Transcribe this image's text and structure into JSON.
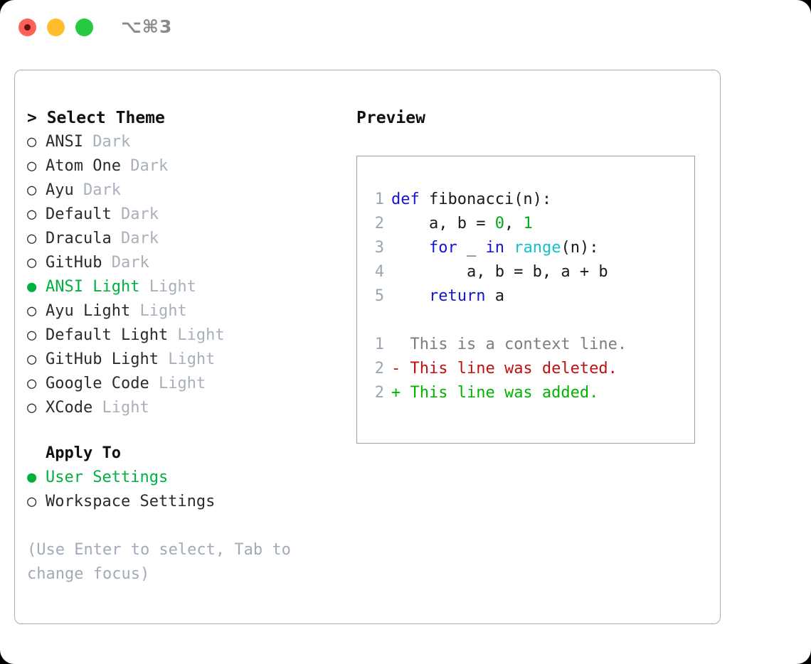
{
  "titlebar": {
    "shortcut": "⌥⌘3",
    "buttons": [
      {
        "name": "close",
        "color": "#ff6159"
      },
      {
        "name": "minimize",
        "color": "#ffbd2e"
      },
      {
        "name": "maximize",
        "color": "#26c940"
      }
    ]
  },
  "theme_picker": {
    "heading": "> Select Theme",
    "items": [
      {
        "marker": "○",
        "label": "ANSI",
        "badge": "Dark",
        "selected": false
      },
      {
        "marker": "○",
        "label": "Atom One",
        "badge": "Dark",
        "selected": false
      },
      {
        "marker": "○",
        "label": "Ayu",
        "badge": "Dark",
        "selected": false
      },
      {
        "marker": "○",
        "label": "Default",
        "badge": "Dark",
        "selected": false
      },
      {
        "marker": "○",
        "label": "Dracula",
        "badge": "Dark",
        "selected": false
      },
      {
        "marker": "○",
        "label": "GitHub",
        "badge": "Dark",
        "selected": false
      },
      {
        "marker": "●",
        "label": "ANSI Light",
        "badge": "Light",
        "selected": true
      },
      {
        "marker": "○",
        "label": "Ayu Light",
        "badge": "Light",
        "selected": false
      },
      {
        "marker": "○",
        "label": "Default Light",
        "badge": "Light",
        "selected": false
      },
      {
        "marker": "○",
        "label": "GitHub Light",
        "badge": "Light",
        "selected": false
      },
      {
        "marker": "○",
        "label": "Google Code",
        "badge": "Light",
        "selected": false
      },
      {
        "marker": "○",
        "label": "XCode",
        "badge": "Light",
        "selected": false
      }
    ]
  },
  "apply_to": {
    "heading": "Apply To",
    "items": [
      {
        "marker": "●",
        "label": "User Settings",
        "selected": true
      },
      {
        "marker": "○",
        "label": "Workspace Settings",
        "selected": false
      }
    ]
  },
  "hint": "(Use Enter to select, Tab to change focus)",
  "preview": {
    "title": "Preview",
    "code": [
      {
        "ln": "1",
        "tokens": [
          {
            "t": "def ",
            "c": "kw"
          },
          {
            "t": "fibonacci(n):",
            "c": "fn"
          }
        ]
      },
      {
        "ln": "2",
        "tokens": [
          {
            "t": "    a, b = ",
            "c": "plain"
          },
          {
            "t": "0",
            "c": "num"
          },
          {
            "t": ", ",
            "c": "plain"
          },
          {
            "t": "1",
            "c": "num"
          }
        ]
      },
      {
        "ln": "3",
        "tokens": [
          {
            "t": "    ",
            "c": "plain"
          },
          {
            "t": "for",
            "c": "kw"
          },
          {
            "t": " _ ",
            "c": "plain"
          },
          {
            "t": "in",
            "c": "kw"
          },
          {
            "t": " ",
            "c": "plain"
          },
          {
            "t": "range",
            "c": "builtin"
          },
          {
            "t": "(n):",
            "c": "plain"
          }
        ]
      },
      {
        "ln": "4",
        "tokens": [
          {
            "t": "        a, b = b, a + b",
            "c": "plain"
          }
        ]
      },
      {
        "ln": "5",
        "tokens": [
          {
            "t": "    ",
            "c": "plain"
          },
          {
            "t": "return",
            "c": "kw"
          },
          {
            "t": " a",
            "c": "plain"
          }
        ]
      }
    ],
    "diff": [
      {
        "ln": "1",
        "sign": " ",
        "text": " This is a context line.",
        "cls": "ctx"
      },
      {
        "ln": "2",
        "sign": "-",
        "text": " This line was deleted.",
        "cls": "del"
      },
      {
        "ln": "2",
        "sign": "+",
        "text": " This line was added.",
        "cls": "add"
      }
    ]
  },
  "colors": {
    "accent_green": "#00b140",
    "muted": "#a8b0bb",
    "border": "#a3aebc",
    "code_border": "#93a0b0",
    "keyword": "#1414d0",
    "number": "#00a818",
    "builtin": "#12c0d0",
    "deleted": "#c01010",
    "added": "#00b400"
  }
}
